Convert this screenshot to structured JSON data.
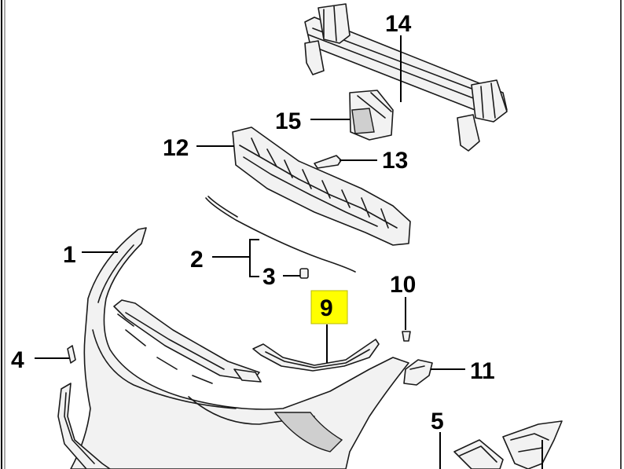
{
  "parts": {
    "p1": "1",
    "p2": "2",
    "p3": "3",
    "p4": "4",
    "p5": "5",
    "p9": "9",
    "p10": "10",
    "p11": "11",
    "p12": "12",
    "p13": "13",
    "p14": "14",
    "p15": "15"
  },
  "colors": {
    "highlight": "#ffff00",
    "background": "#ffffff",
    "line": "#000000"
  }
}
